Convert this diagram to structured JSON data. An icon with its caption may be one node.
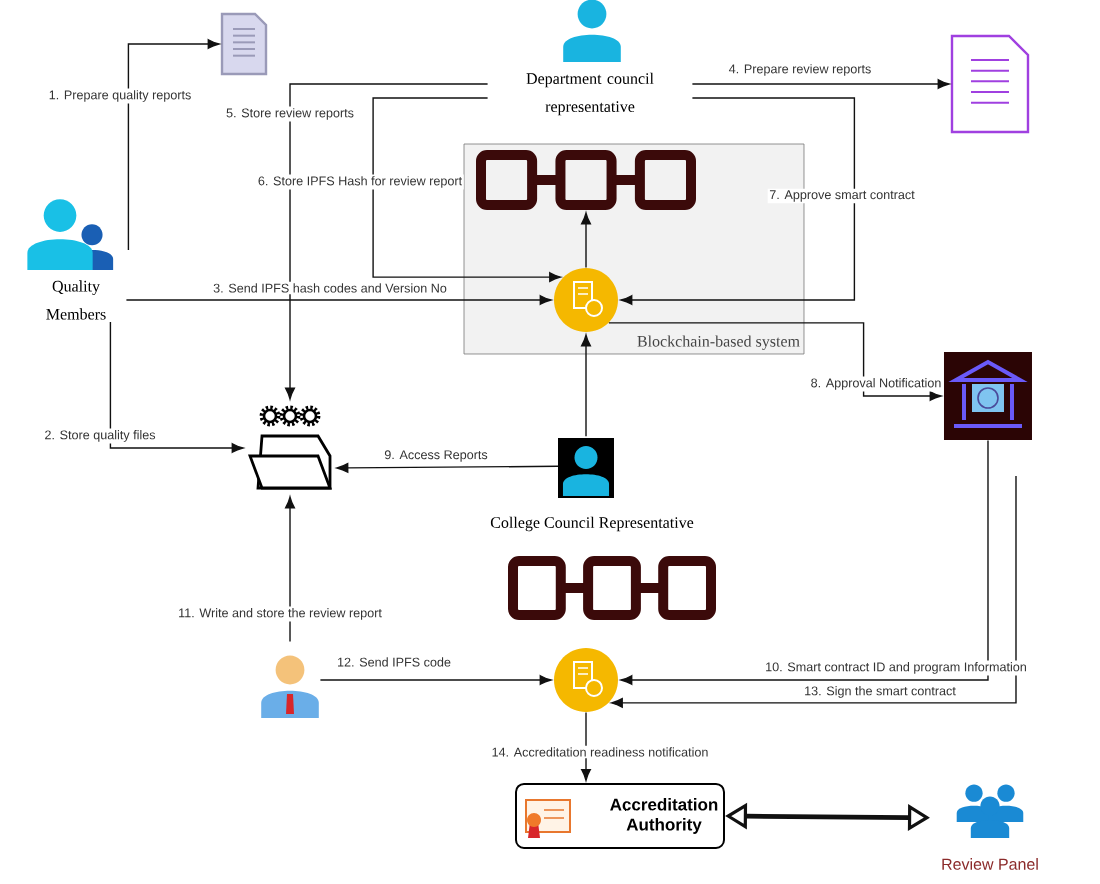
{
  "diagram": {
    "nodes": [
      {
        "text": [
          "Quality Members"
        ]
      },
      {
        "text": [],
        "shape": "document"
      },
      {
        "text": [
          "Department council representative"
        ]
      },
      {
        "text": [],
        "shape": "document"
      },
      {
        "text": [
          "Blockchain-based system"
        ]
      },
      {
        "text": [],
        "shape": "chain",
        "in": 4
      },
      {
        "text": [],
        "shape": "circle",
        "in": 4
      },
      {
        "text": [],
        "shape": "building"
      },
      {
        "text": [],
        "shape": "folder"
      },
      {
        "text": [
          "College Council Representative"
        ]
      },
      {
        "text": [],
        "shape": "chain"
      },
      {
        "text": [],
        "shape": "person"
      },
      {
        "text": [],
        "shape": "circle"
      },
      {
        "text": [
          "Accreditation Authority"
        ]
      },
      {
        "text": [
          "Review Panel"
        ]
      }
    ],
    "edges": [
      {
        "from": 0,
        "to": 1,
        "arrow": "to",
        "label": "1. Prepare quality reports"
      },
      {
        "from": 0,
        "to": 8,
        "arrow": "to",
        "label": "2. Store quality files"
      },
      {
        "from": 0,
        "to": 6,
        "arrow": "to",
        "label": "3. Send IPFS hash codes and Version No"
      },
      {
        "from": 2,
        "to": 3,
        "arrow": "to",
        "label": "4. Prepare review reports"
      },
      {
        "from": 2,
        "to": 8,
        "arrow": "to",
        "label": "5. Store review reports"
      },
      {
        "from": 2,
        "to": 6,
        "arrow": "to",
        "label": "6. Store IPFS Hash for review report"
      },
      {
        "from": 2,
        "to": 6,
        "arrow": "to",
        "label": "7. Approve smart contract"
      },
      {
        "from": 6,
        "to": 5,
        "arrow": "to"
      },
      {
        "from": 6,
        "to": 7,
        "arrow": "to",
        "label": "8. Approval Notification"
      },
      {
        "from": 9,
        "to": 8,
        "arrow": "to",
        "label": "9. Access Reports"
      },
      {
        "from": 9,
        "to": 6,
        "arrow": "to"
      },
      {
        "from": 11,
        "to": 8,
        "arrow": "to",
        "label": "11. Write and store the review report"
      },
      {
        "from": 11,
        "to": 12,
        "arrow": "to",
        "label": "12. Send IPFS code"
      },
      {
        "from": 7,
        "to": 12,
        "arrow": "to",
        "label": "10. Smart contract ID and program Information"
      },
      {
        "from": null,
        "to": 12,
        "arrow": "to",
        "label": "13. Sign the smart contract"
      },
      {
        "from": 12,
        "to": 13,
        "arrow": "to",
        "label": "14. Accreditation readiness notification"
      },
      {
        "from": 13,
        "to": 14,
        "arrow": "both",
        "style": "thick"
      }
    ]
  }
}
